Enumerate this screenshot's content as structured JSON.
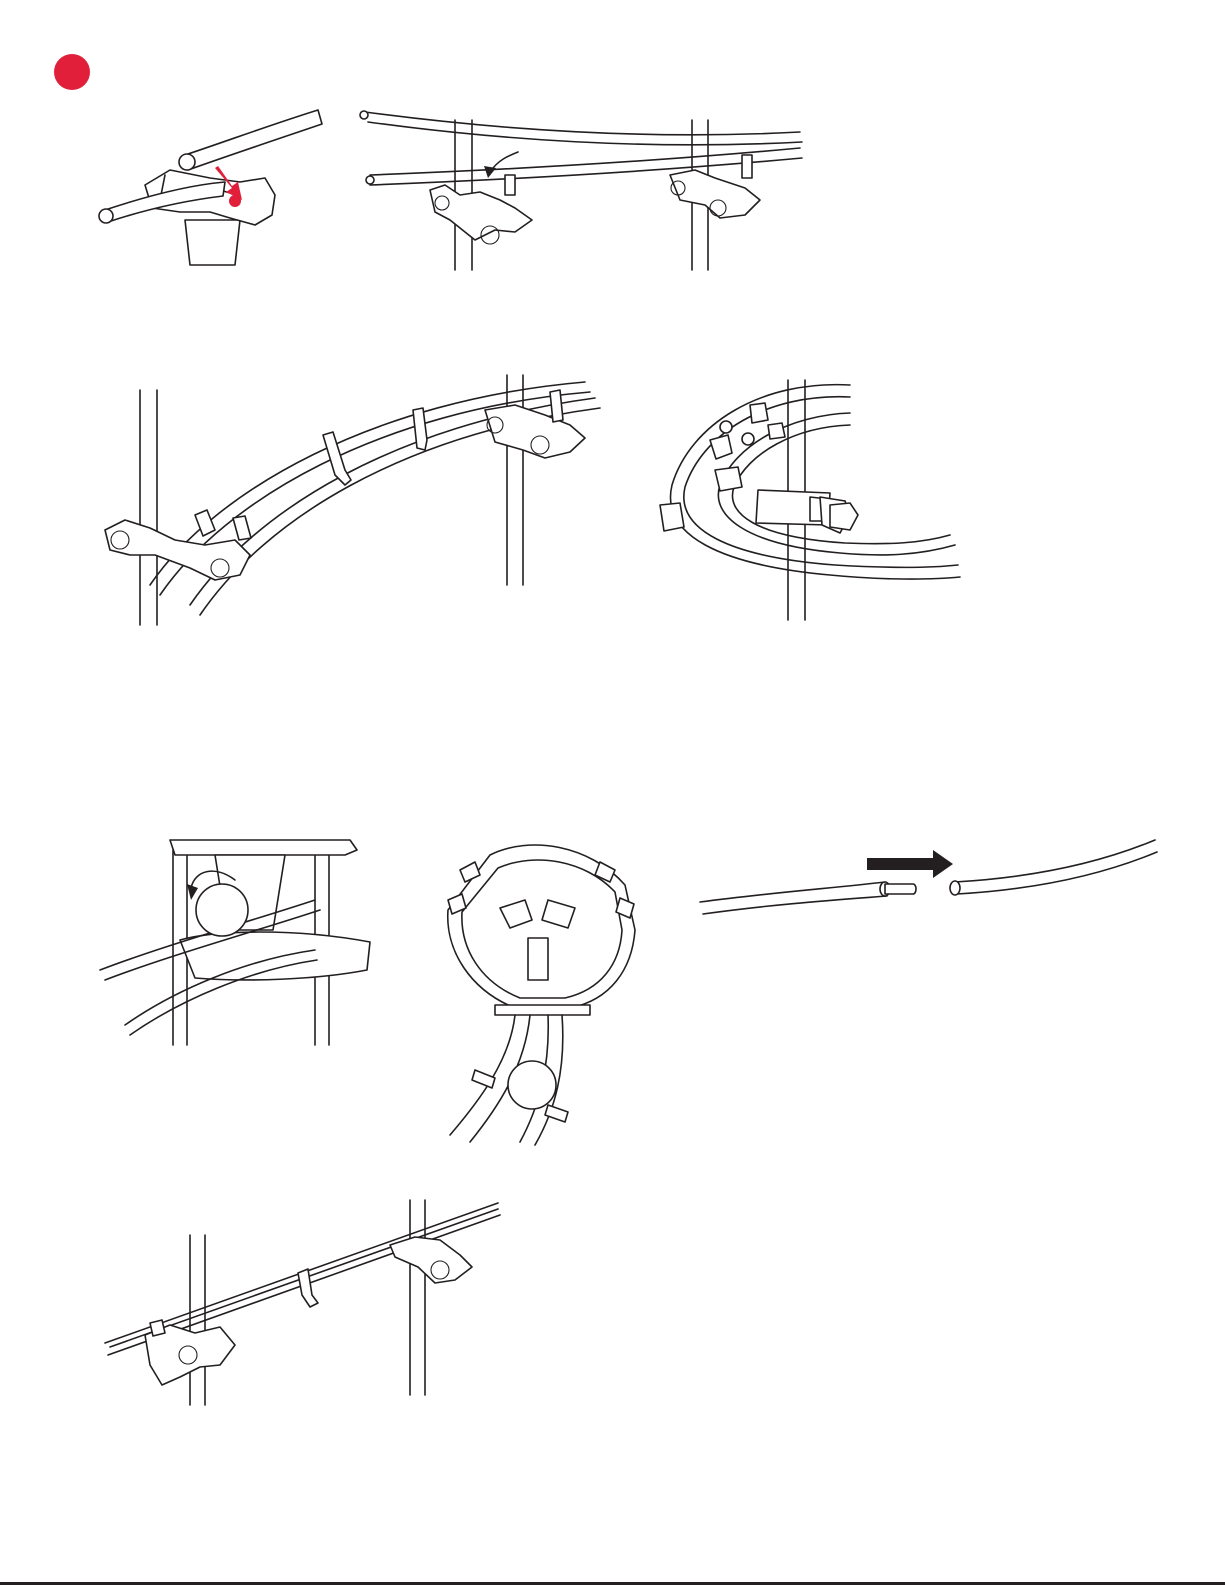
{
  "page": {
    "step_marker": {
      "color": "#e21f3b"
    },
    "accent_arrow_color": "#e21f3b",
    "line_color": "#231f20",
    "background": "#ffffff"
  },
  "figures": [
    {
      "id": "tube-into-clip-closeup",
      "icons": [
        "tube-icon",
        "clip-icon",
        "press-arrow-icon"
      ]
    },
    {
      "id": "tubes-clipped-on-posts",
      "icons": [
        "post-icon",
        "clamp-icon",
        "tube-icon",
        "rotate-arrow-icon"
      ]
    },
    {
      "id": "curved-tubes-across-posts",
      "icons": [
        "post-icon",
        "clamp-icon",
        "tube-icon",
        "clip-icon"
      ]
    },
    {
      "id": "tube-loop-around-post",
      "icons": [
        "post-icon",
        "ring-clip-icon",
        "tube-icon"
      ]
    },
    {
      "id": "ball-in-funnel-rotate",
      "icons": [
        "funnel-icon",
        "ball-icon",
        "rotate-arrow-icon"
      ]
    },
    {
      "id": "funnel-top-view",
      "icons": [
        "funnel-icon",
        "ball-icon",
        "tube-icon"
      ]
    },
    {
      "id": "tube-connector-insert",
      "icons": [
        "tube-icon",
        "connector-icon",
        "push-arrow-icon"
      ]
    },
    {
      "id": "tubes-on-slanted-posts",
      "icons": [
        "post-icon",
        "clamp-icon",
        "tube-icon"
      ]
    }
  ]
}
